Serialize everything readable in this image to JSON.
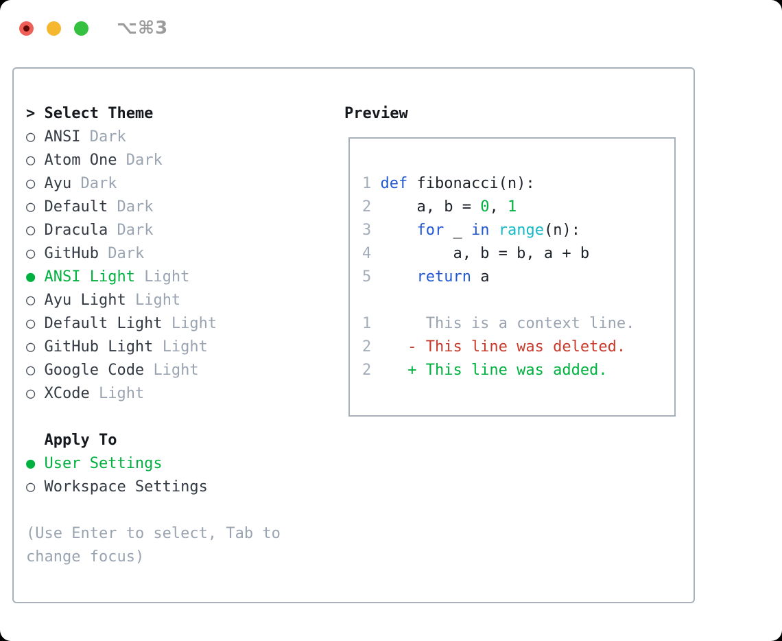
{
  "colors": {
    "accent_green": "#00b140",
    "keyword_blue": "#2257d2",
    "builtin_cyan": "#16b8c6",
    "deleted_red": "#c83a2a",
    "muted_gray": "#9aa4b1",
    "text_dark": "#343a43",
    "heading_black": "#15181d",
    "border_gray": "#a8b0ba",
    "traffic_red": "#ee6057",
    "traffic_red_dot": "#5e0a06",
    "traffic_yellow": "#f5b72e",
    "traffic_green": "#35c03f",
    "title_gray": "#9b9b9b"
  },
  "window": {
    "title": "⌥⌘3"
  },
  "theme_panel": {
    "header_marker": ">",
    "header": "Select Theme",
    "items": [
      {
        "marker": "○",
        "name": "ANSI",
        "tag": "Dark",
        "selected": false
      },
      {
        "marker": "○",
        "name": "Atom One",
        "tag": "Dark",
        "selected": false
      },
      {
        "marker": "○",
        "name": "Ayu",
        "tag": "Dark",
        "selected": false
      },
      {
        "marker": "○",
        "name": "Default",
        "tag": "Dark",
        "selected": false
      },
      {
        "marker": "○",
        "name": "Dracula",
        "tag": "Dark",
        "selected": false
      },
      {
        "marker": "○",
        "name": "GitHub",
        "tag": "Dark",
        "selected": false
      },
      {
        "marker": "●",
        "name": "ANSI Light",
        "tag": "Light",
        "selected": true
      },
      {
        "marker": "○",
        "name": "Ayu Light",
        "tag": "Light",
        "selected": false
      },
      {
        "marker": "○",
        "name": "Default Light",
        "tag": "Light",
        "selected": false
      },
      {
        "marker": "○",
        "name": "GitHub Light",
        "tag": "Light",
        "selected": false
      },
      {
        "marker": "○",
        "name": "Google Code",
        "tag": "Light",
        "selected": false
      },
      {
        "marker": "○",
        "name": "XCode",
        "tag": "Light",
        "selected": false
      }
    ]
  },
  "apply_panel": {
    "header": "Apply To",
    "options": [
      {
        "marker": "●",
        "label": "User Settings",
        "selected": true
      },
      {
        "marker": "○",
        "label": "Workspace Settings",
        "selected": false
      }
    ]
  },
  "help": {
    "line1": "(Use Enter to select, Tab to",
    "line2": "change focus)"
  },
  "preview": {
    "header": "Preview",
    "code": {
      "l1": {
        "n": "1",
        "kw": "def ",
        "rest": "fibonacci(n):"
      },
      "l2": {
        "n": "2",
        "pre": "    a, b = ",
        "v1": "0",
        "sep": ", ",
        "v2": "1"
      },
      "l3": {
        "n": "3",
        "ind": "    ",
        "kw1": "for",
        "mid1": " _ ",
        "kw2": "in",
        "mid2": " ",
        "fn": "range",
        "rest": "(n):"
      },
      "l4": {
        "n": "4",
        "text": "        a, b = b, a + b"
      },
      "l5": {
        "n": "5",
        "ind": "    ",
        "kw": "return",
        "rest": " a"
      }
    },
    "diff": {
      "context": {
        "n": "1",
        "text": "     This is a context line."
      },
      "deleted": {
        "n": "2",
        "text": "   - This line was deleted."
      },
      "added": {
        "n": "2",
        "text": "   + This line was added."
      }
    }
  }
}
